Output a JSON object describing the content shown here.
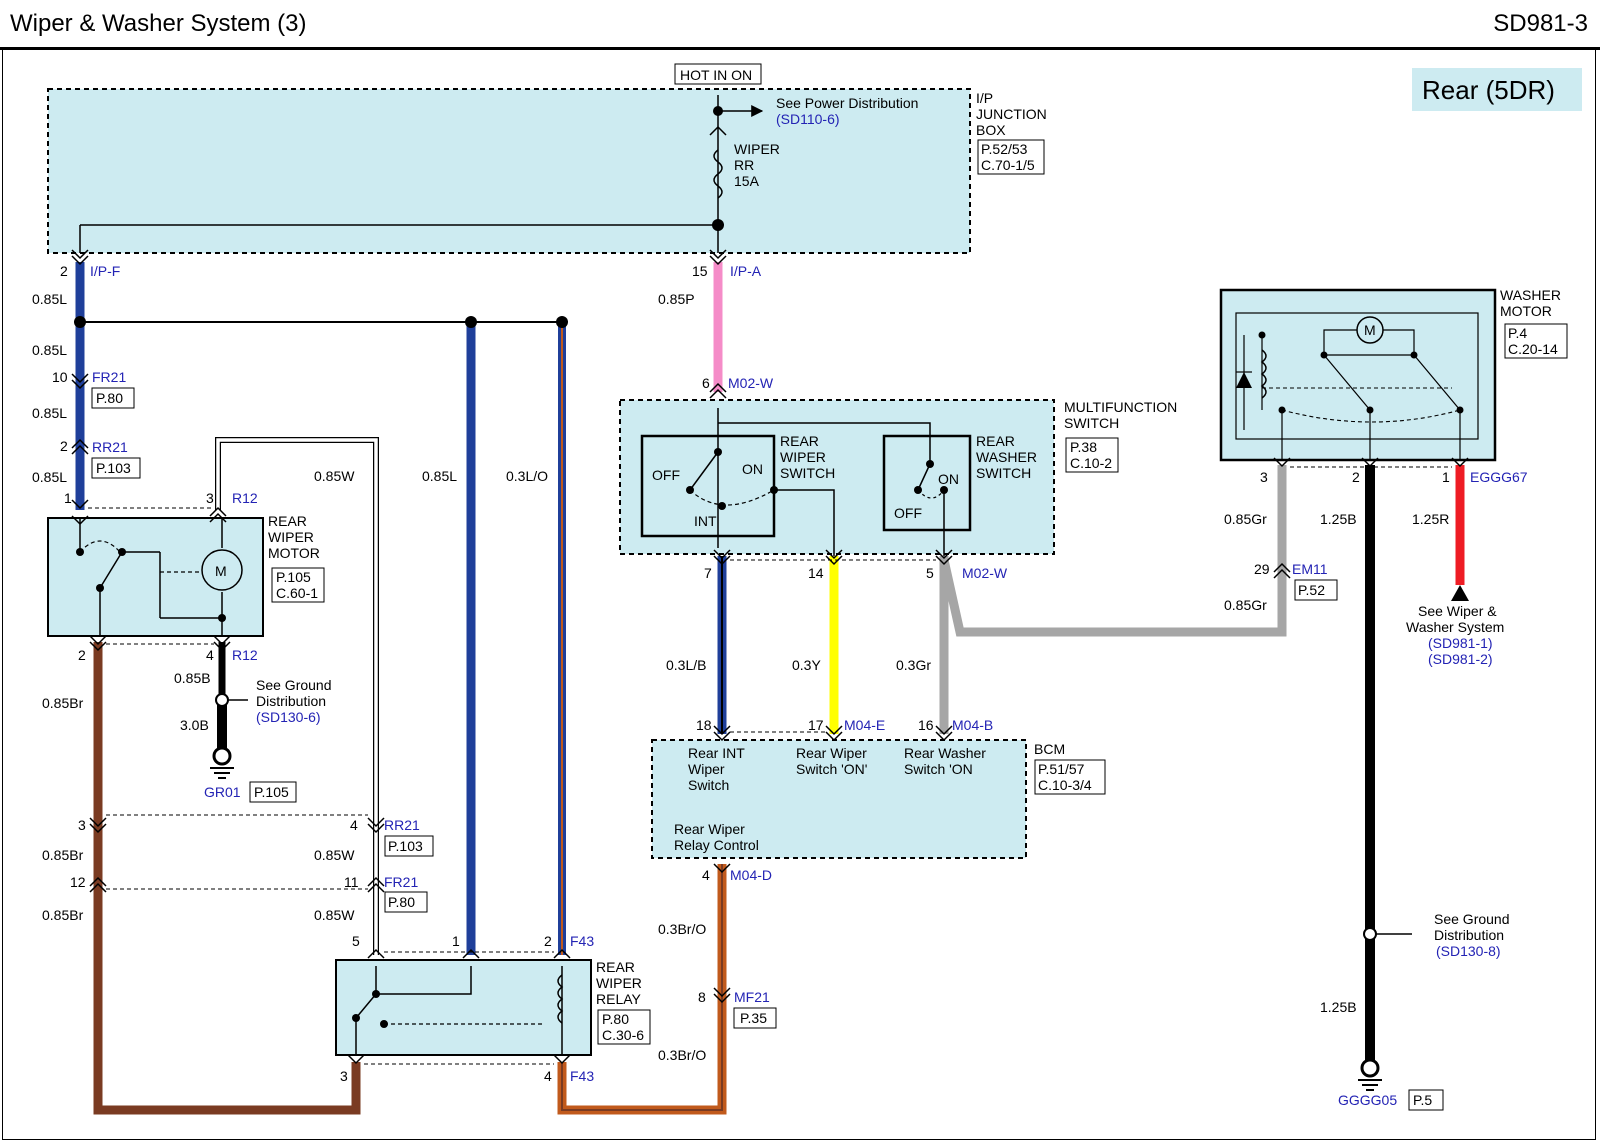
{
  "header": {
    "title": "Wiper & Washer System (3)",
    "code": "SD981-3"
  },
  "variant": "Rear (5DR)",
  "colors": {
    "box_fill": "#cdebf1",
    "wire_L": "#1f3f9a",
    "wire_P": "#f58cc8",
    "wire_Br": "#7a3b22",
    "wire_B": "#000000",
    "wire_Gr": "#a6a6a6",
    "wire_Y": "#ffff00",
    "wire_R": "#ee1c24",
    "wire_BrO": "#c15a1c",
    "label_blue": "#2323b4"
  },
  "power": {
    "label": "HOT IN ON"
  },
  "junction_box": {
    "name_line1": "I/P",
    "name_line2": "JUNCTION",
    "name_line3": "BOX",
    "ref1": "P.52/53",
    "ref2": "C.70-1/5",
    "see_text": "See Power Distribution",
    "see_ref": "(SD110-6)",
    "fuse_line1": "WIPER",
    "fuse_line2": "RR",
    "fuse_line3": "15A"
  },
  "connectors": {
    "ipf": {
      "pin": "2",
      "name": "I/P-F"
    },
    "ipa": {
      "pin": "15",
      "name": "I/P-A"
    },
    "fr21_top": {
      "pin": "10",
      "name": "FR21",
      "ref": "P.80"
    },
    "rr21_top": {
      "pin": "2",
      "name": "RR21",
      "ref": "P.103"
    },
    "r12_top": {
      "pin1": "1",
      "pin3": "3",
      "name": "R12"
    },
    "r12_bot": {
      "pin2": "2",
      "pin4": "4",
      "name": "R12"
    },
    "m02w_top": {
      "pin": "6",
      "name": "M02-W"
    },
    "m02w_bot": {
      "pin7": "7",
      "pin14": "14",
      "pin5": "5",
      "name": "M02-W"
    },
    "bcm_in": {
      "pin18": "18",
      "pin17": "17",
      "name17": "M04-E",
      "pin16": "16",
      "name16": "M04-B"
    },
    "bcm_out": {
      "pin": "4",
      "name": "M04-D"
    },
    "mf21": {
      "pin": "8",
      "name": "MF21",
      "ref": "P.35"
    },
    "rr21_mid": {
      "pin3": "3",
      "pin4": "4",
      "name": "RR21",
      "ref": "P.103"
    },
    "fr21_mid": {
      "pin12": "12",
      "pin11": "11",
      "name": "FR21",
      "ref": "P.80"
    },
    "relay_top": {
      "pin5": "5",
      "pin1": "1",
      "pin2": "2",
      "name": "F43"
    },
    "relay_bot": {
      "pin3": "3",
      "pin4": "4",
      "name": "F43"
    },
    "washer": {
      "pin3": "3",
      "pin2": "2",
      "pin1": "1",
      "name": "EGGG67"
    },
    "em11": {
      "pin": "29",
      "name": "EM11",
      "ref": "P.52"
    }
  },
  "wires": {
    "w085L_1": "0.85L",
    "w085L_2": "0.85L",
    "w085L_3": "0.85L",
    "w085L_4": "0.85L",
    "w085L_relay": "0.85L",
    "w03LO": "0.3L/O",
    "w085W_1": "0.85W",
    "w085P": "0.85P",
    "w085Br_1": "0.85Br",
    "w085B": "0.85B",
    "w30B": "3.0B",
    "w085Br_2": "0.85Br",
    "w085W_2": "0.85W",
    "w085Br_3": "0.85Br",
    "w085W_3": "0.85W",
    "w03LB": "0.3L/B",
    "w03Y": "0.3Y",
    "w03Gr": "0.3Gr",
    "w03BrO_1": "0.3Br/O",
    "w03BrO_2": "0.3Br/O",
    "w085Gr_1": "0.85Gr",
    "w085Gr_2": "0.85Gr",
    "w125B_1": "1.25B",
    "w125B_2": "1.25B",
    "w125R": "1.25R"
  },
  "rear_wiper_motor": {
    "name_line1": "REAR",
    "name_line2": "WIPER",
    "name_line3": "MOTOR",
    "ref1": "P.105",
    "ref2": "C.60-1",
    "motor": "M"
  },
  "ground1": {
    "see_line1": "See Ground",
    "see_line2": "Distribution",
    "see_ref": "(SD130-6)",
    "name": "GR01",
    "ref": "P.105"
  },
  "multifunction_switch": {
    "name_line1": "MULTIFUNCTION",
    "name_line2": "SWITCH",
    "ref1": "P.38",
    "ref2": "C.10-2",
    "wiper_line1": "REAR",
    "wiper_line2": "WIPER",
    "wiper_line3": "SWITCH",
    "off": "OFF",
    "on": "ON",
    "int": "INT",
    "washer_line1": "REAR",
    "washer_line2": "WASHER",
    "washer_line3": "SWITCH",
    "washer_on": "ON",
    "washer_off": "OFF"
  },
  "bcm": {
    "name": "BCM",
    "ref1": "P.51/57",
    "ref2": "C.10-3/4",
    "int_line1": "Rear INT",
    "int_line2": "Wiper",
    "int_line3": "Switch",
    "wsw_line1": "Rear Wiper",
    "wsw_line2": "Switch 'ON'",
    "wash_line1": "Rear Washer",
    "wash_line2": "Switch 'ON",
    "relay_line1": "Rear Wiper",
    "relay_line2": "Relay Control"
  },
  "rear_wiper_relay": {
    "name_line1": "REAR",
    "name_line2": "WIPER",
    "name_line3": "RELAY",
    "ref1": "P.80",
    "ref2": "C.30-6"
  },
  "washer_motor": {
    "name_line1": "WASHER",
    "name_line2": "MOTOR",
    "ref1": "P.4",
    "ref2": "C.20-14",
    "motor": "M"
  },
  "see_wiper": {
    "line1": "See Wiper &",
    "line2": "Washer System",
    "ref1": "(SD981-1)",
    "ref2": "(SD981-2)"
  },
  "ground2": {
    "see_line1": "See Ground",
    "see_line2": "Distribution",
    "see_ref": "(SD130-8)",
    "name": "GGGG05",
    "ref": "P.5"
  }
}
